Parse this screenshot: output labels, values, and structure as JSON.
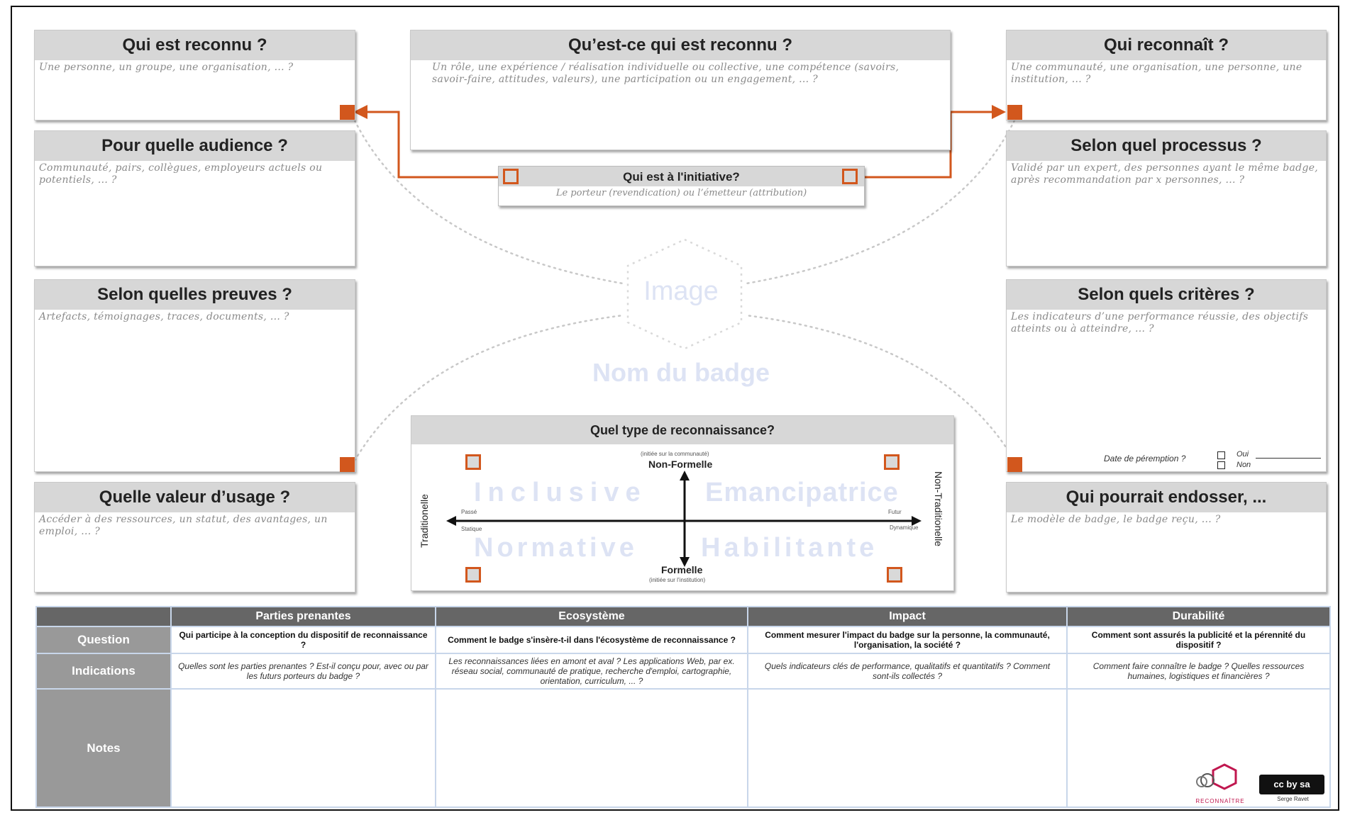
{
  "cards": {
    "qui_reconnu": {
      "title": "Qui est reconnu ?",
      "hint": "Une personne, un groupe, une organisation, ... ?"
    },
    "quest_ce": {
      "title": "Qu’est-ce qui est reconnu ?",
      "hint": "Un rôle, une expérience / réalisation individuelle ou collective, une compétence (savoirs, savoir-faire, attitudes, valeurs), une participation ou un engagement, ... ?"
    },
    "qui_reconnait": {
      "title": "Qui reconnaît ?",
      "hint": "Une communauté, une organisation, une personne, une institution, ... ?"
    },
    "audience": {
      "title": "Pour quelle audience ?",
      "hint": "Communauté, pairs, collègues, employeurs actuels ou potentiels, ... ?"
    },
    "processus": {
      "title": "Selon quel processus ?",
      "hint": "Validé par un expert, des personnes ayant le même badge, après recommandation par x personnes, ... ?"
    },
    "preuves": {
      "title": "Selon quelles preuves ?",
      "hint": "Artefacts, témoignages, traces, documents, ... ?"
    },
    "criteres": {
      "title": "Selon quels critères ?",
      "hint": "Les indicateurs d’une performance réussie, des objectifs atteints ou à atteindre, ... ?"
    },
    "valeur": {
      "title": "Quelle valeur d’usage ?",
      "hint": "Accéder à des ressources, un statut, des avantages, un emploi, ... ?"
    },
    "endosser": {
      "title": "Qui pourrait endosser, ...",
      "hint": "Le modèle de badge, le badge reçu, ... ?"
    }
  },
  "initiative": {
    "title": "Qui est à l'initiative?",
    "hint": "Le porteur (revendication) ou l’émetteur (attribution)"
  },
  "center": {
    "image_label": "Image",
    "badge_name": "Nom du badge"
  },
  "peremption": {
    "label": "Date de péremption ?",
    "oui": "Oui",
    "non": "Non"
  },
  "type": {
    "title": "Quel type de reconnaissance?",
    "top": "Non-Formelle",
    "top_sub": "(initiée sur la communauté)",
    "bottom": "Formelle",
    "bottom_sub": "(initiée sur l’institution)",
    "left": "Traditionelle",
    "right": "Non-Traditionelle",
    "passe": "Passé",
    "statique": "Statique",
    "futur": "Futur",
    "dynamique": "Dynamique",
    "q_tl": "Inclusive",
    "q_tr": "Emancipatrice",
    "q_bl": "Normative",
    "q_br": "Habilitante"
  },
  "table": {
    "columns": [
      "Parties prenantes",
      "Ecosystème",
      "Impact",
      "Durabilité"
    ],
    "rows": {
      "question": {
        "label": "Question",
        "cells": [
          "Qui participe à la conception du dispositif de reconnaissance ?",
          "Comment le badge s'insère-t-il dans l'écosystème de reconnaissance ?",
          "Comment mesurer l'impact du badge sur la personne, la communauté, l'organisation, la société ?",
          "Comment sont assurés la publicité et la pérennité du dispositif ?"
        ]
      },
      "indications": {
        "label": "Indications",
        "cells": [
          "Quelles sont les parties prenantes ? Est-il conçu pour, avec ou par les futurs porteurs du badge ?",
          "Les reconnaissances liées en amont et aval ? Les applications Web, par ex. réseau social, communauté de pratique, recherche d'emploi, cartographie, orientation, curriculum, ... ?",
          "Quels indicateurs clés de performance, qualitatifs et quantitatifs ? Comment sont-ils collectés ?",
          "Comment faire connaître le badge ? Quelles ressources humaines, logistiques et financières ?"
        ]
      },
      "notes": {
        "label": "Notes"
      }
    }
  },
  "footer": {
    "logo_text": "RECONNAÎTRE",
    "cc_label": "cc by sa",
    "author": "Serge Ravet"
  },
  "colors": {
    "accent": "#d2571d",
    "header_gray": "#d7d7d7",
    "table_header": "#666666",
    "row_header": "#999999",
    "watermark": "#dde3f4"
  }
}
